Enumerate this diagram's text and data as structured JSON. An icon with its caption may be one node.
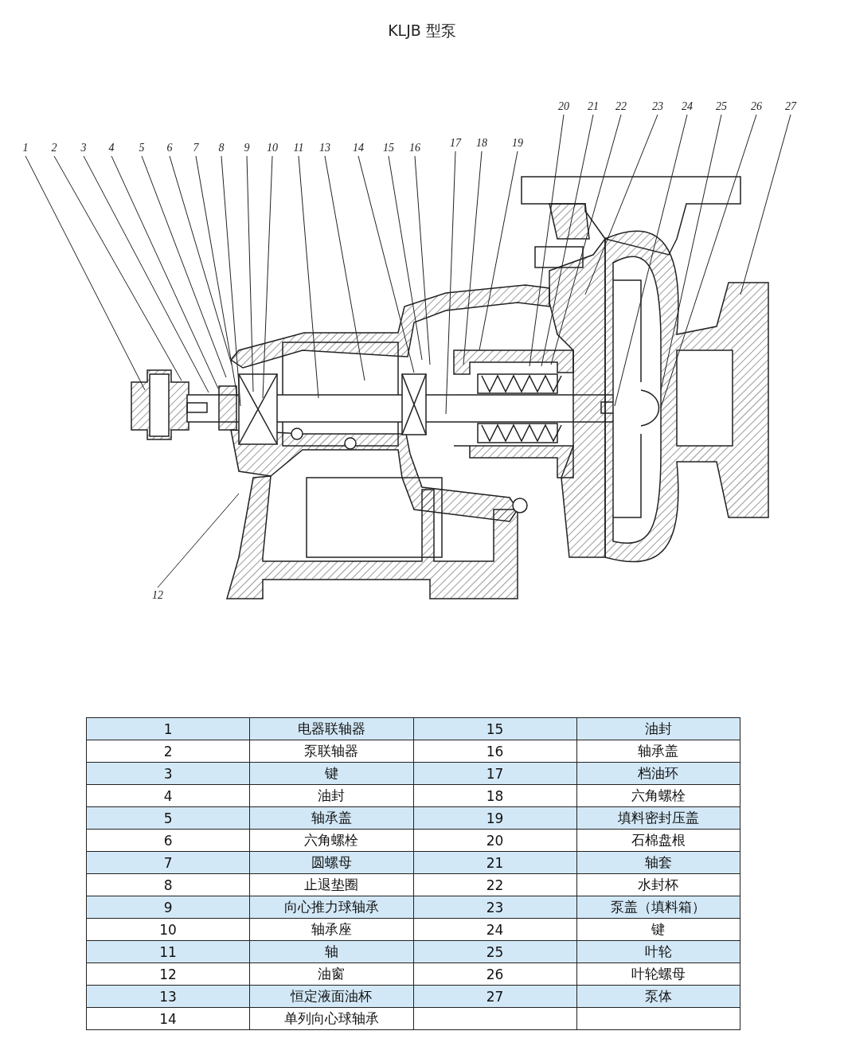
{
  "diagram": {
    "title": "KLJB 型泵",
    "nodes": [
      {
        "text": [
          "1"
        ]
      },
      {
        "text": [
          "2"
        ]
      },
      {
        "text": [
          "3"
        ]
      },
      {
        "text": [
          "4"
        ]
      },
      {
        "text": [
          "5"
        ]
      },
      {
        "text": [
          "6"
        ]
      },
      {
        "text": [
          "7"
        ]
      },
      {
        "text": [
          "8"
        ]
      },
      {
        "text": [
          "9"
        ]
      },
      {
        "text": [
          "10"
        ]
      },
      {
        "text": [
          "11"
        ]
      },
      {
        "text": [
          "13"
        ]
      },
      {
        "text": [
          "14"
        ]
      },
      {
        "text": [
          "15"
        ]
      },
      {
        "text": [
          "16"
        ]
      },
      {
        "text": [
          "17"
        ]
      },
      {
        "text": [
          "18"
        ]
      },
      {
        "text": [
          "19"
        ]
      },
      {
        "text": [
          "20"
        ]
      },
      {
        "text": [
          "21"
        ]
      },
      {
        "text": [
          "22"
        ]
      },
      {
        "text": [
          "23"
        ]
      },
      {
        "text": [
          "24"
        ]
      },
      {
        "text": [
          "25"
        ]
      },
      {
        "text": [
          "26"
        ]
      },
      {
        "text": [
          "27"
        ]
      },
      {
        "text": [
          "12"
        ]
      }
    ],
    "edges": [
      {
        "from": 0,
        "to": null,
        "arrow": "none"
      },
      {
        "from": 1,
        "to": null,
        "arrow": "none"
      },
      {
        "from": 2,
        "to": null,
        "arrow": "none"
      },
      {
        "from": 3,
        "to": null,
        "arrow": "none"
      },
      {
        "from": 4,
        "to": null,
        "arrow": "none"
      },
      {
        "from": 5,
        "to": null,
        "arrow": "none"
      },
      {
        "from": 6,
        "to": null,
        "arrow": "none"
      },
      {
        "from": 7,
        "to": null,
        "arrow": "none"
      },
      {
        "from": 8,
        "to": null,
        "arrow": "none"
      },
      {
        "from": 9,
        "to": null,
        "arrow": "none"
      },
      {
        "from": 10,
        "to": null,
        "arrow": "none"
      },
      {
        "from": 11,
        "to": null,
        "arrow": "none"
      },
      {
        "from": 12,
        "to": null,
        "arrow": "none"
      },
      {
        "from": 13,
        "to": null,
        "arrow": "none"
      },
      {
        "from": 14,
        "to": null,
        "arrow": "none"
      },
      {
        "from": 15,
        "to": null,
        "arrow": "none"
      },
      {
        "from": 16,
        "to": null,
        "arrow": "none"
      },
      {
        "from": 17,
        "to": null,
        "arrow": "none"
      },
      {
        "from": 18,
        "to": null,
        "arrow": "none"
      },
      {
        "from": 19,
        "to": null,
        "arrow": "none"
      },
      {
        "from": 20,
        "to": null,
        "arrow": "none"
      },
      {
        "from": 21,
        "to": null,
        "arrow": "none"
      },
      {
        "from": 22,
        "to": null,
        "arrow": "none"
      },
      {
        "from": 23,
        "to": null,
        "arrow": "none"
      },
      {
        "from": 24,
        "to": null,
        "arrow": "none"
      },
      {
        "from": 25,
        "to": null,
        "arrow": "none"
      },
      {
        "from": 26,
        "to": null,
        "arrow": "none"
      }
    ],
    "labels": [
      "1",
      "电器联轴器",
      "15",
      "油封",
      "2",
      "泵联轴器",
      "16",
      "轴承盖",
      "3",
      "键",
      "17",
      "档油环",
      "4",
      "油封",
      "18",
      "六角螺栓",
      "5",
      "轴承盖",
      "19",
      "填料密封压盖",
      "6",
      "六角螺栓",
      "20",
      "石棉盘根",
      "7",
      "圆螺母",
      "21",
      "轴套",
      "8",
      "止退垫圈",
      "22",
      "水封杯",
      "9",
      "向心推力球轴承",
      "23",
      "泵盖（填料箱）",
      "10",
      "轴承座",
      "24",
      "键",
      "11",
      "轴",
      "25",
      "叶轮",
      "12",
      "油窗",
      "26",
      "叶轮螺母",
      "13",
      "恒定液面油杯",
      "27",
      "泵体",
      "14",
      "单列向心球轴承"
    ]
  }
}
